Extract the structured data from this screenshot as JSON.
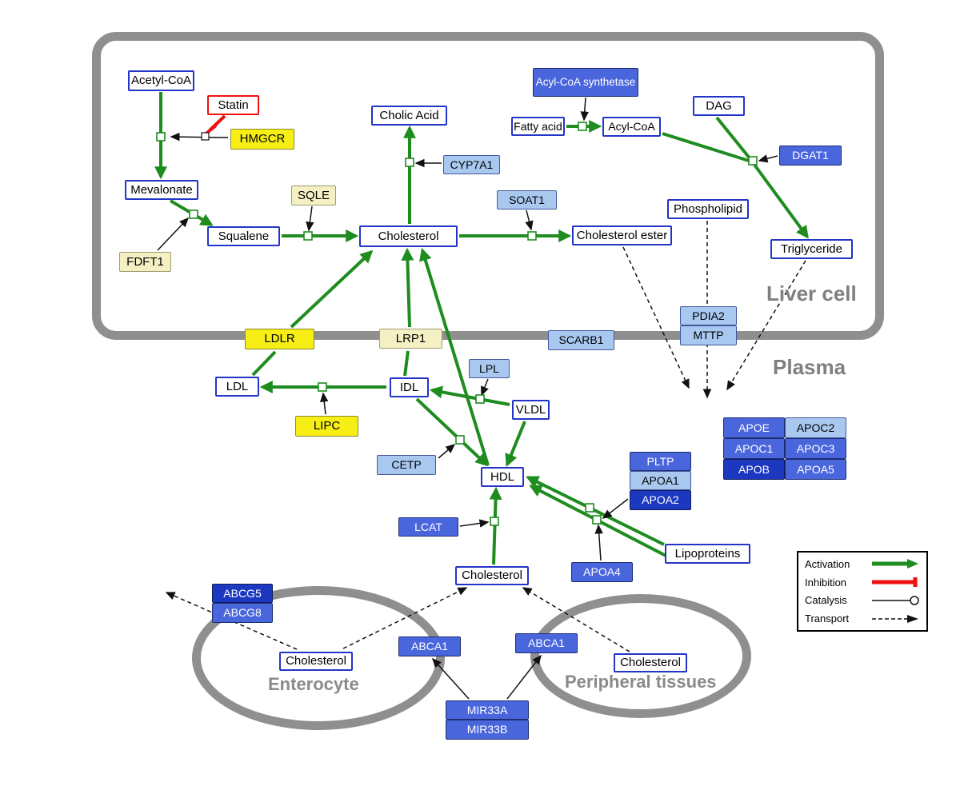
{
  "regions": {
    "liver": "Liver cell",
    "plasma": "Plasma",
    "enterocyte": "Enterocyte",
    "peripheral": "Peripheral tissues"
  },
  "nodes": {
    "acetyl_coa": "Acetyl-CoA",
    "statin": "Statin",
    "hmgcr": "HMGCR",
    "mevalonate": "Mevalonate",
    "fdft1": "FDFT1",
    "squalene": "Squalene",
    "sqle": "SQLE",
    "cholesterol_liver": "Cholesterol",
    "cholic_acid": "Cholic Acid",
    "cyp7a1": "CYP7A1",
    "soat1": "SOAT1",
    "cholesterol_ester": "Cholesterol ester",
    "acyl_coa_synthetase": "Acyl-CoA synthetase",
    "fatty_acid": "Fatty acid",
    "acyl_coa": "Acyl-CoA",
    "dag": "DAG",
    "dgat1": "DGAT1",
    "phospholipid": "Phospholipid",
    "triglyceride": "Triglyceride",
    "pdia2": "PDIA2",
    "mttp": "MTTP",
    "ldlr": "LDLR",
    "lrp1": "LRP1",
    "scarb1": "SCARB1",
    "ldl": "LDL",
    "idl": "IDL",
    "lpl": "LPL",
    "vldl": "VLDL",
    "lipc": "LIPC",
    "cetp": "CETP",
    "hdl": "HDL",
    "pltp": "PLTP",
    "apoa1": "APOA1",
    "apoa2": "APOA2",
    "lcat": "LCAT",
    "apoa4": "APOA4",
    "lipoproteins": "Lipoproteins",
    "apoe": "APOE",
    "apoc2": "APOC2",
    "apoc1": "APOC1",
    "apoc3": "APOC3",
    "apob": "APOB",
    "apoa5": "APOA5",
    "cholesterol_plasma": "Cholesterol",
    "abcg5": "ABCG5",
    "abcg8": "ABCG8",
    "cholesterol_enterocyte": "Cholesterol",
    "abca1_left": "ABCA1",
    "abca1_right": "ABCA1",
    "cholesterol_peripheral": "Cholesterol",
    "mir33a": "MIR33A",
    "mir33b": "MIR33B"
  },
  "legend": {
    "activation": "Activation",
    "inhibition": "Inhibition",
    "catalysis": "Catalysis",
    "transport": "Transport"
  },
  "colors": {
    "activation_green": "#1e8c1e",
    "inhibition_red": "#ee1111",
    "membrane_gray": "#8f8f8f",
    "metabolite_border_blue": "#2335c8",
    "gene_blue": "#4a66dd",
    "gene_blue_light": "#a8c8f0",
    "gene_blue_dark": "#1c38c0",
    "enzyme_yellow": "#f7ee16",
    "enzyme_pale_yellow": "#f4f0c4"
  }
}
